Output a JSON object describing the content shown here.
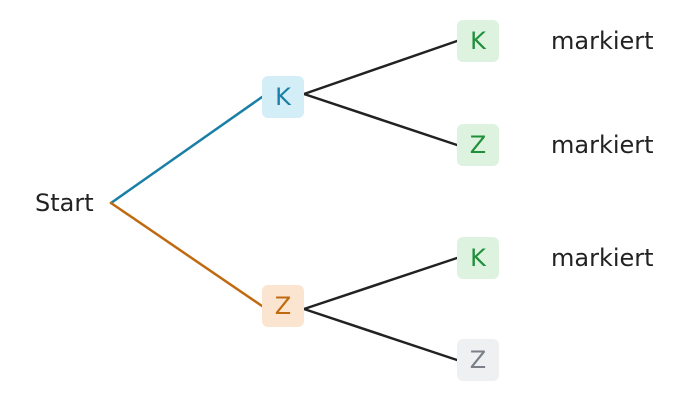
{
  "tree": {
    "root": {
      "label": "Start"
    },
    "level1": [
      {
        "label": "K",
        "fill": "#d4eef7",
        "text_color": "#1a7fa6",
        "edge_color": "#1a7fa6"
      },
      {
        "label": "Z",
        "fill": "#fbe5d0",
        "text_color": "#c06a10",
        "edge_color": "#c06a10"
      }
    ],
    "level2": [
      {
        "label": "K",
        "fill": "#ddf3e0",
        "text_color": "#1f8f3a",
        "mark": "markiert"
      },
      {
        "label": "Z",
        "fill": "#ddf3e0",
        "text_color": "#1f8f3a",
        "mark": "markiert"
      },
      {
        "label": "K",
        "fill": "#ddf3e0",
        "text_color": "#1f8f3a",
        "mark": "markiert"
      },
      {
        "label": "Z",
        "fill": "#eef0f1",
        "text_color": "#7a8088",
        "mark": ""
      }
    ],
    "level2_edge_color": "#222222"
  }
}
